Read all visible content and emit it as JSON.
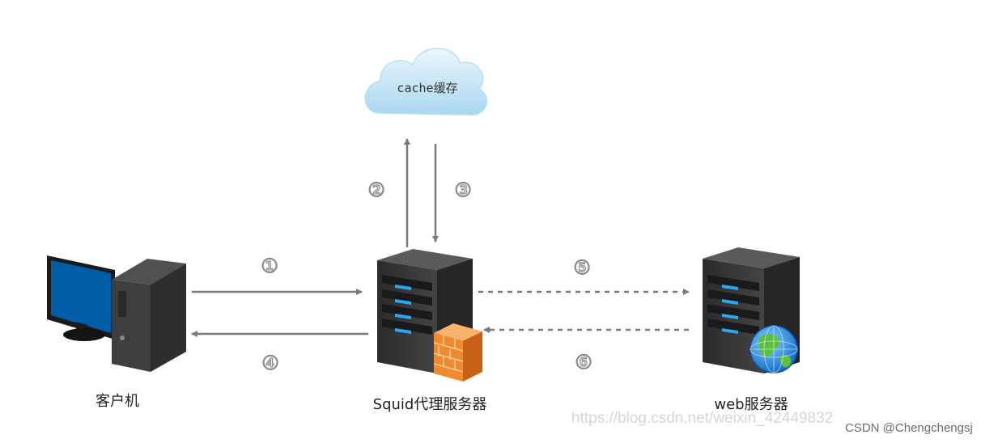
{
  "nodes": {
    "cache": {
      "label": "cache缓存"
    },
    "client": {
      "label": "客户机"
    },
    "proxy": {
      "label": "Squid代理服务器"
    },
    "web": {
      "label": "web服务器"
    }
  },
  "steps": {
    "s1": "①",
    "s2": "②",
    "s3": "③",
    "s4": "④",
    "s5": "⑤",
    "s6": "⑥"
  },
  "watermark": {
    "url": "https://blog.csdn.net/weixin_42449832",
    "credit": "CSDN @Chengchengsj"
  },
  "colors": {
    "arrow": "#7a7a7a",
    "screen": "#005ea8",
    "server_body": "#3a3a3a",
    "server_led": "#29a8f0",
    "firewall": "#f08a2c",
    "cloud": "#cfe9f7"
  }
}
